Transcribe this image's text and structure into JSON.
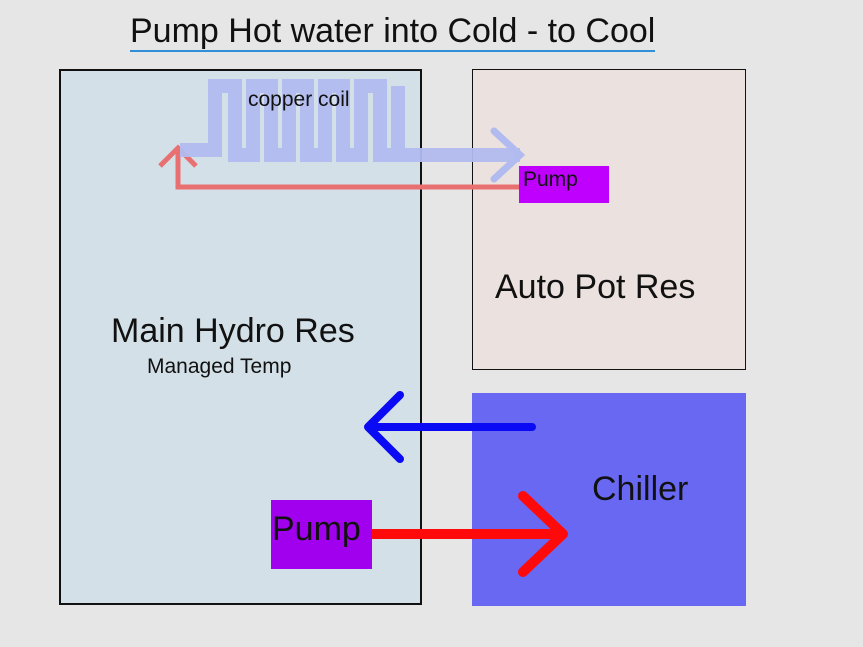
{
  "title": "Pump Hot water into Cold - to Cool",
  "main_reservoir": {
    "label": "Main Hydro Res",
    "sublabel": "Managed Temp"
  },
  "auto_pot_reservoir": {
    "label": "Auto Pot Res"
  },
  "chiller": {
    "label": "Chiller"
  },
  "pumps": {
    "main_label": "Pump",
    "auto_label": "Pump"
  },
  "coil": {
    "label": "copper coil"
  },
  "colors": {
    "background": "#e6e6e6",
    "main_reservoir": "#d3e0e8",
    "auto_pot_reservoir": "#ebe1de",
    "chiller": "#6868f2",
    "pump": "#a000ee",
    "hot_flow": "#ff0a0a",
    "cold_flow": "#0a0af5",
    "return_line": "#e87070",
    "coil": "#b2bbef"
  }
}
